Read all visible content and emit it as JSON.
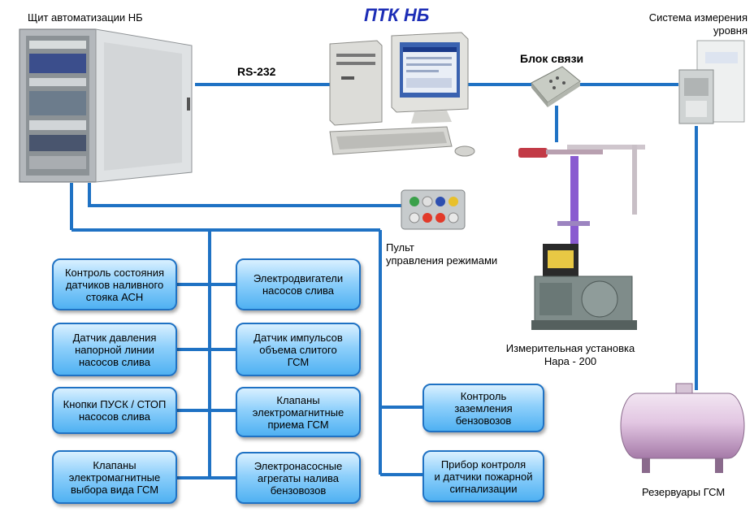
{
  "header": {
    "title": "ПТК НБ",
    "cabinet_label": "Щит автоматизации НБ",
    "level_system_label": [
      "Система измерения",
      "уровня"
    ],
    "rs232_label": "RS-232",
    "comm_unit_label": "Блок связи"
  },
  "devices": {
    "control_panel_label": [
      "Пульт",
      "управления режимами"
    ],
    "metering_unit_label": [
      "Измерительная установка",
      "Нара - 200"
    ],
    "tanks_label": "Резервуары ГСМ"
  },
  "boxes": {
    "left": [
      [
        "Контроль состояния",
        "датчиков наливного",
        "стояка АСН"
      ],
      [
        "Датчик давления",
        "напорной линии",
        "насосов слива"
      ],
      [
        "Кнопки ПУСК / СТОП",
        "насосов слива"
      ],
      [
        "Клапаны",
        "электромагнитные",
        "выбора вида ГСМ"
      ]
    ],
    "middle": [
      [
        "Электродвигатели",
        "насосов слива"
      ],
      [
        "Датчик импульсов",
        "объема слитого",
        "ГСМ"
      ],
      [
        "Клапаны",
        "электромагнитные",
        "приема ГСМ"
      ],
      [
        "Электронасосные",
        "агрегаты налива",
        "бензовозов"
      ]
    ],
    "right": [
      [
        "Контроль",
        "заземления",
        "бензовозов"
      ],
      [
        "Прибор контроля",
        "и датчики пожарной",
        "сигнализации"
      ]
    ]
  },
  "colors": {
    "wire": "#1f72c4",
    "title": "#1c2db6"
  }
}
